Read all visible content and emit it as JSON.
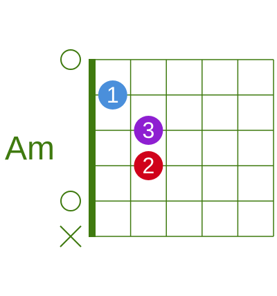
{
  "chord": {
    "name": "Am",
    "strings": 6,
    "frets": 5
  },
  "colors": {
    "grid": "#3f7a0f",
    "nut": "#3f7a0f",
    "text": "#3f7a0f",
    "markers": "#3f7a0f"
  },
  "string_markers": [
    {
      "string": 6,
      "type": "open",
      "icon": "open-string-circle"
    },
    {
      "string": 2,
      "type": "open",
      "icon": "open-string-circle"
    },
    {
      "string": 1,
      "type": "muted",
      "icon": "muted-string-x"
    }
  ],
  "fingers": [
    {
      "string": 5,
      "fret": 1,
      "finger": "1",
      "color": "#4a8fdb"
    },
    {
      "string": 4,
      "fret": 2,
      "finger": "3",
      "color": "#8e1fd1"
    },
    {
      "string": 3,
      "fret": 2,
      "finger": "2",
      "color": "#d0021b"
    }
  ]
}
